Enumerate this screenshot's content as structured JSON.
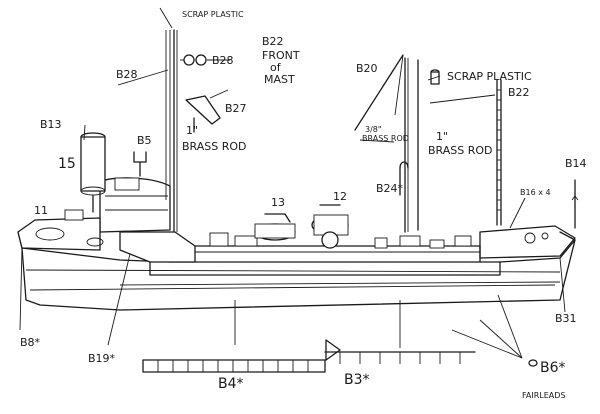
{
  "labels": {
    "scrap_plastic_top": "SCRAP PLASTIC",
    "b22_top": "B22",
    "front": "FRONT",
    "of": "of",
    "mast": "MAST",
    "b28_left": "B28",
    "b28_right": "B28",
    "b27": "B27",
    "one_inch_left": "1\"",
    "brass_rod_left": "BRASS ROD",
    "b20": "B20",
    "scrap_plastic_right": "SCRAP PLASTIC",
    "b22_right": "B22",
    "three_eighths": "3/8\"",
    "brass_rod_small": "BRASS ROD",
    "one_inch_right": "1\"",
    "brass_rod_right": "BRASS ROD",
    "b24": "B24*",
    "b14": "B14",
    "b16": "B16 x 4",
    "b13": "B13",
    "b5": "B5",
    "n15": "15",
    "n11": "11",
    "n13": "13",
    "n12": "12",
    "b8": "B8*",
    "b19": "B19*",
    "b4": "B4*",
    "b3": "B3*",
    "b6": "B6*",
    "fairleads": "FAIRLEADS",
    "b31": "B31"
  }
}
